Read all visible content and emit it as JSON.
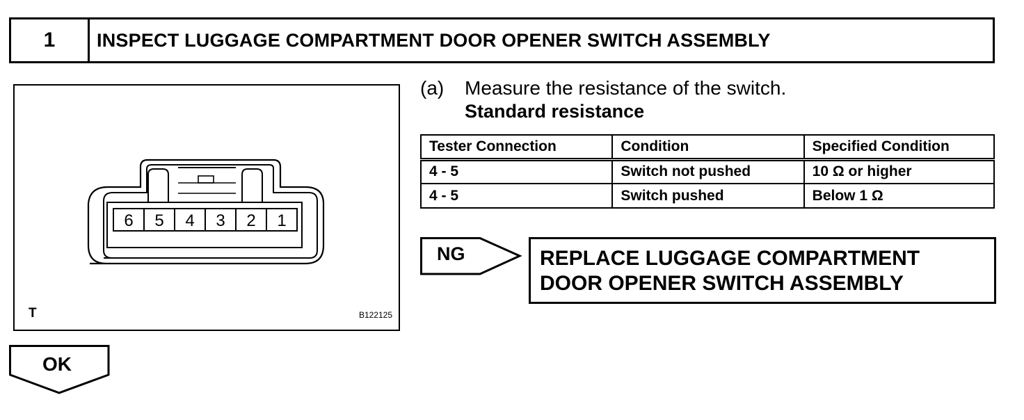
{
  "header": {
    "step_number": "1",
    "title": "INSPECT LUGGAGE COMPARTMENT DOOR OPENER SWITCH ASSEMBLY"
  },
  "figure": {
    "pins": [
      "6",
      "5",
      "4",
      "3",
      "2",
      "1"
    ],
    "view_letter": "T",
    "code": "B122125"
  },
  "instruction": {
    "label": "(a)",
    "text": "Measure the resistance of the switch.",
    "spec_label": "Standard resistance"
  },
  "spec_table": {
    "headers": [
      "Tester Connection",
      "Condition",
      "Specified Condition"
    ],
    "rows": [
      [
        "4 - 5",
        "Switch not pushed",
        "10 Ω or higher"
      ],
      [
        "4 - 5",
        "Switch pushed",
        "Below 1 Ω"
      ]
    ]
  },
  "ng": {
    "label": "NG",
    "result_lines": [
      "REPLACE LUGGAGE COMPARTMENT",
      "DOOR OPENER SWITCH ASSEMBLY"
    ]
  },
  "ok": {
    "label": "OK"
  }
}
